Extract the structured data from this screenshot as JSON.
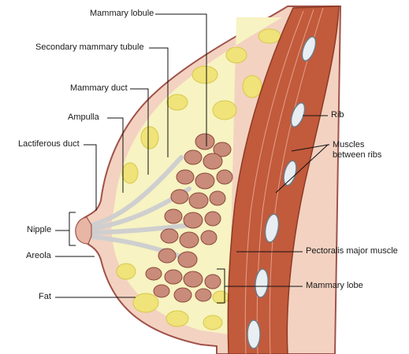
{
  "labels": {
    "mammary_lobule": "Mammary lobule",
    "secondary_mammary_tubule": "Secondary mammary tubule",
    "mammary_duct": "Mammary duct",
    "ampulla": "Ampulla",
    "lactiferous_duct": "Lactiferous duct",
    "nipple": "Nipple",
    "areola": "Areola",
    "fat": "Fat",
    "rib": "Rib",
    "muscles_between_ribs": [
      "Muscles",
      "between ribs"
    ],
    "pectoralis_major_muscle": "Pectoralis major muscle",
    "mammary_lobe": "Mammary lobe"
  },
  "colors": {
    "skin": "#f3d2c1",
    "skin_outline": "#a0524a",
    "fat_background": "#f7f3c2",
    "fat_globule": "#efe37a",
    "muscle": "#c25a3c",
    "muscle_light": "#d98a6c",
    "rib": "#e9eef2",
    "gland_lobule": "#c98b7a",
    "duct": "#cfcfcf"
  }
}
